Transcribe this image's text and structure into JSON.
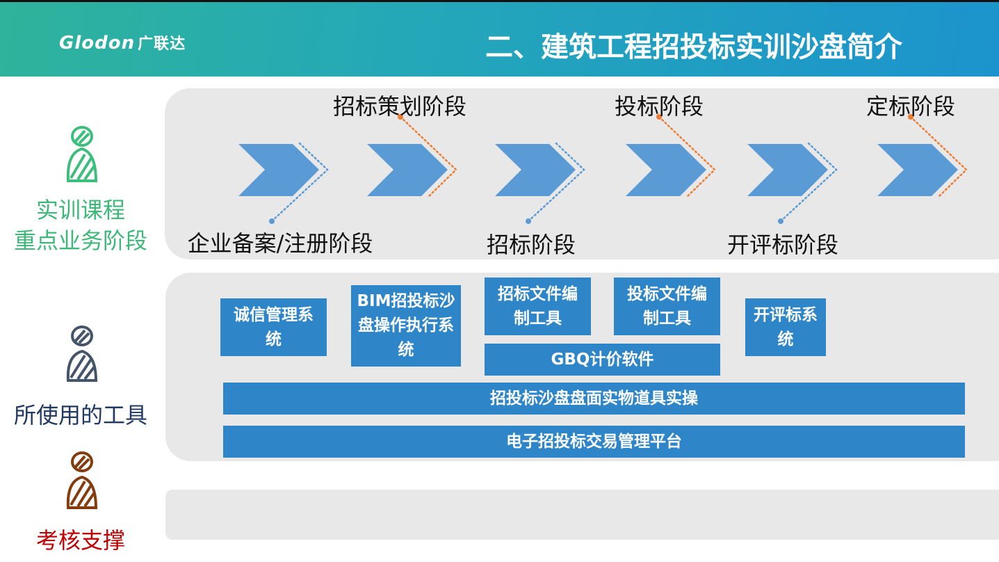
{
  "header": {
    "logo": "Glodon",
    "logo_cn": "广联达",
    "title": "二、建筑工程招投标实训沙盘简介"
  },
  "sections": [
    {
      "label": "实训课程重点业务阶段",
      "line1": "实训课程",
      "line2": "重点业务阶段",
      "color": "#3cb878"
    },
    {
      "label": "所使用的工具",
      "color": "#1f3864"
    },
    {
      "label": "考核支撑",
      "color": "#c00000"
    }
  ],
  "stages": {
    "top": [
      "招标策划阶段",
      "投标阶段",
      "定标阶段"
    ],
    "bottom": [
      "企业备案/注册阶段",
      "招标阶段",
      "开评标阶段"
    ]
  },
  "tools": {
    "integrity": "诚信管理系统",
    "bim": "BIM招投标沙盘操作执行系统",
    "tender_doc": "招标文件编制工具",
    "bid_doc": "投标文件编制工具",
    "evaluation": "开评标系统",
    "gbq": "GBQ计价软件",
    "sandbox": "招投标沙盘盘面实物道具实操",
    "platform": "电子招投标交易管理平台"
  },
  "colors": {
    "chevron": "#5b9bd5",
    "box": "#2e86c9",
    "blue_dots": "#5b9bd5",
    "orange_dots": "#ed7d31"
  }
}
